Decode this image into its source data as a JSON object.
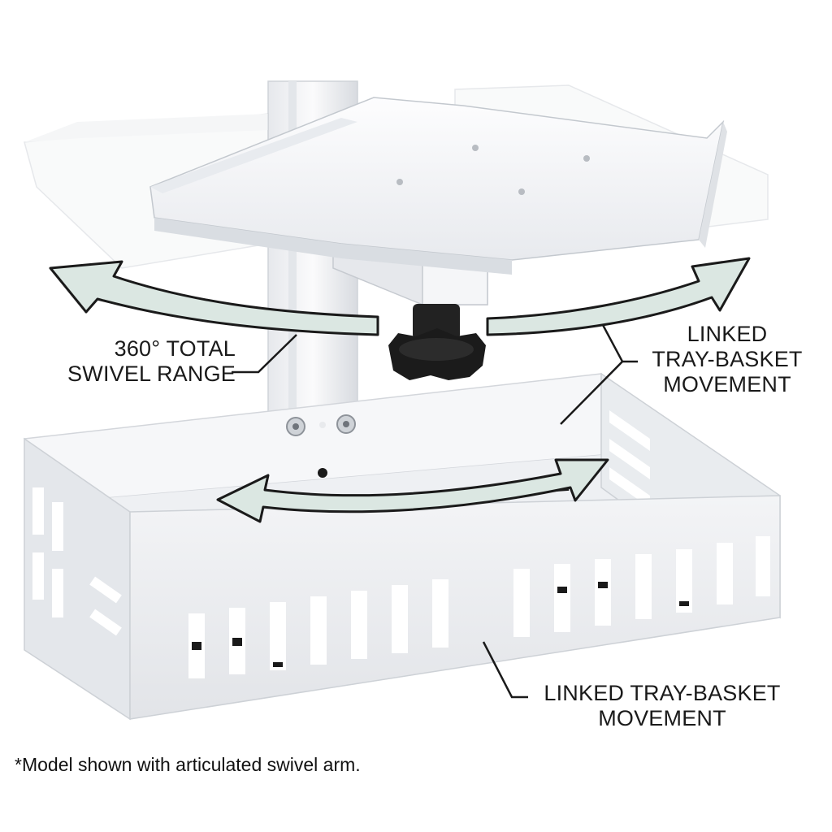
{
  "callouts": {
    "swivel": {
      "line1": "360° TOTAL",
      "line2": "SWIVEL RANGE"
    },
    "linked_top": {
      "line1": "LINKED",
      "line2": "TRAY-BASKET",
      "line3": "MOVEMENT"
    },
    "linked_bottom": {
      "line1": "LINKED TRAY-BASKET",
      "line2": "MOVEMENT"
    }
  },
  "footnote": "*Model shown with articulated swivel arm.",
  "colors": {
    "arrow_fill": "#dbe7e2",
    "outline": "#1a1a1a",
    "metal_white": "#f4f5f7",
    "metal_shadow": "#d9dce1",
    "knob": "#1b1b1b"
  },
  "icons": [
    "curved-double-arrow-icon",
    "swivel-knob-icon"
  ]
}
